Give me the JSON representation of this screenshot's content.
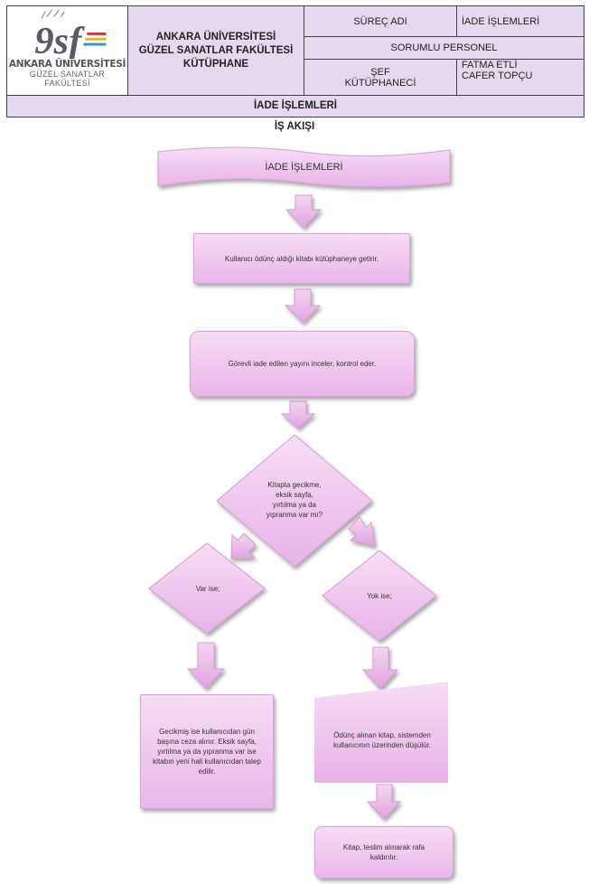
{
  "header": {
    "logo_text": "9sf",
    "logo_line1": "ANKARA ÜNİVERSİTESİ",
    "logo_line2": "GÜZEL SANATLAR FAKÜLTESİ",
    "institution_line1": "ANKARA ÜNİVERSİTESİ",
    "institution_line2": "GÜZEL SANATLAR FAKÜLTESİ",
    "institution_line3": "KÜTÜPHANE",
    "process_name_label": "SÜREÇ ADI",
    "process_name_value": "İADE İŞLEMLERİ",
    "responsible_label": "SORUMLU PERSONEL",
    "role_line1": "ŞEF",
    "role_line2": "KÜTÜPHANECİ",
    "person1": "FATMA ETLİ",
    "person2": "CAFER TOPÇU",
    "bottom_title": "İADE İŞLEMLERİ"
  },
  "flow_title": "İŞ AKIŞI",
  "flow": {
    "start": "İADE İŞLEMLERİ",
    "step1": "Kullanıcı ödünç aldığı  kitabı kütüphaneye getirir.",
    "step2": "Görevli iade edilen yayını inceler, kontrol eder.",
    "decision_l1": "Kitapta gecikme,",
    "decision_l2": "eksik sayfa,",
    "decision_l3": "yırtılma ya da",
    "decision_l4": "yıpranma var mı?",
    "yes": "Var ise;",
    "no": "Yok ise;",
    "yes_result": "Gecikmiş ise kullanıcıdan gün başına ceza alınır. Eksik sayfa, yırtılma ya da yıpranma var ise kitabın yeni hali kullanıcıdan talep edilir.",
    "no_result": "Ödünç alınan kitap, sistemden kullanıcının üzerinden düşülür.",
    "final": "Kitap, teslim alınarak rafa kaldırılır."
  }
}
